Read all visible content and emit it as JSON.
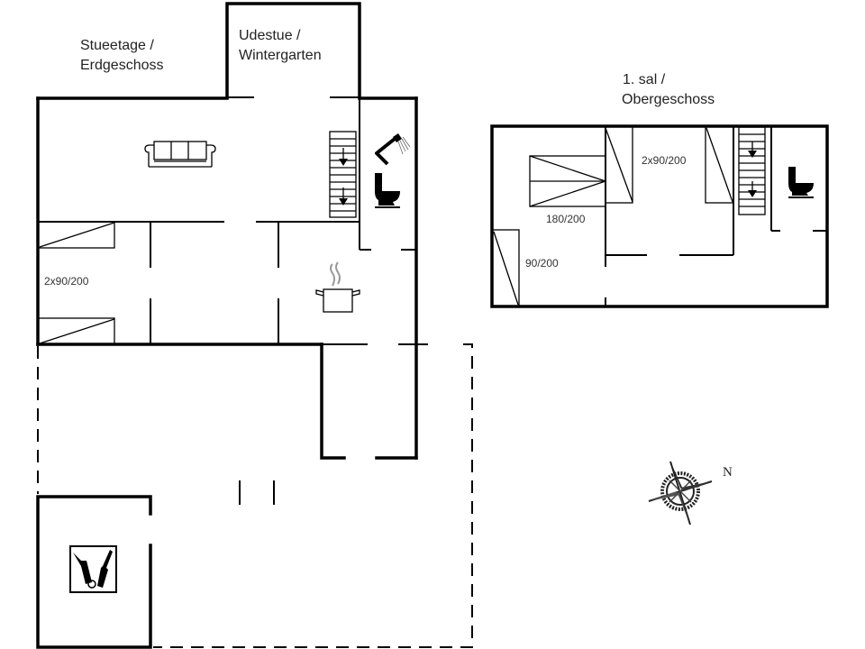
{
  "floors": {
    "ground": {
      "title_line1": "Stueetage /",
      "title_line2": "Erdgeschoss"
    },
    "wintergarden": {
      "title_line1": "Udestue /",
      "title_line2": "Wintergarten"
    },
    "upper": {
      "title_line1": "1. sal /",
      "title_line2": "Obergeschoss"
    }
  },
  "bed_labels": {
    "ground_bedroom": "2x90/200",
    "upper_double": "180/200",
    "upper_single": "90/200",
    "upper_twin": "2x90/200"
  },
  "compass": {
    "north_label": "N"
  },
  "icons": [
    "sofa-icon",
    "stairs-icon",
    "shower-icon",
    "toilet-icon",
    "cooking-pot-icon",
    "utility-tools-icon",
    "compass-rose-icon"
  ]
}
